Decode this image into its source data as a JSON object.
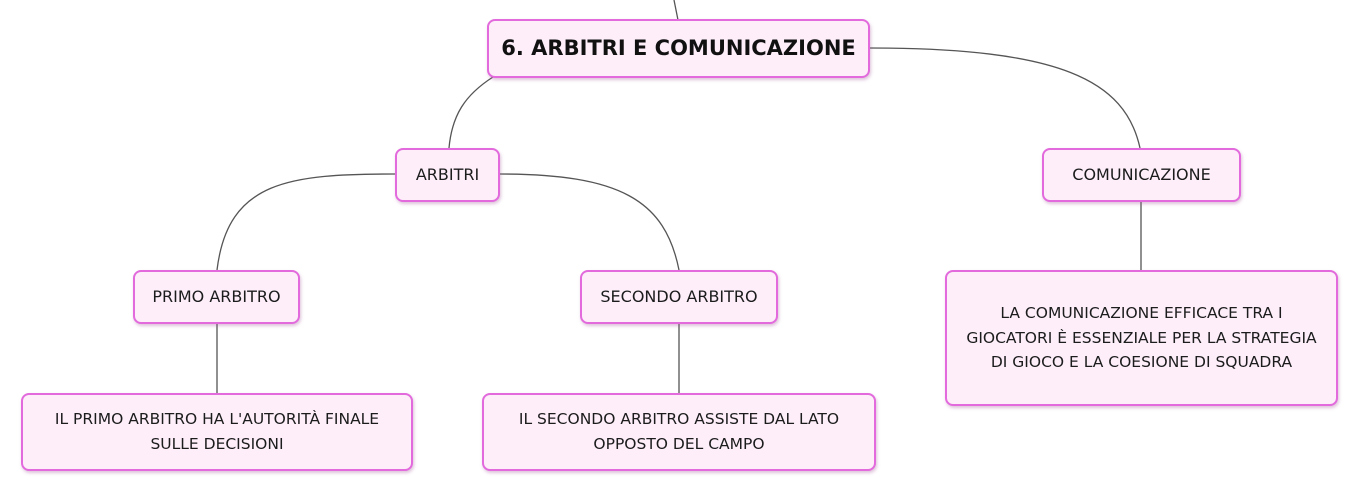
{
  "colors": {
    "node_fill": "#fdeefa",
    "node_border": "#e26adc",
    "edge": "#555555"
  },
  "root": {
    "label": "6. ARBITRI E COMUNICAZIONE"
  },
  "branches": {
    "arbitri": {
      "label": "ARBITRI",
      "primo": {
        "label": "PRIMO ARBITRO",
        "detail": "IL PRIMO ARBITRO HA L'AUTORITÀ FINALE SULLE DECISIONI"
      },
      "secondo": {
        "label": "SECONDO ARBITRO",
        "detail": "IL SECONDO ARBITRO ASSISTE DAL LATO OPPOSTO DEL CAMPO"
      }
    },
    "comunicazione": {
      "label": "COMUNICAZIONE",
      "detail": "LA COMUNICAZIONE EFFICACE TRA I GIOCATORI È ESSENZIALE PER LA STRATEGIA DI GIOCO E LA COESIONE DI SQUADRA"
    }
  }
}
